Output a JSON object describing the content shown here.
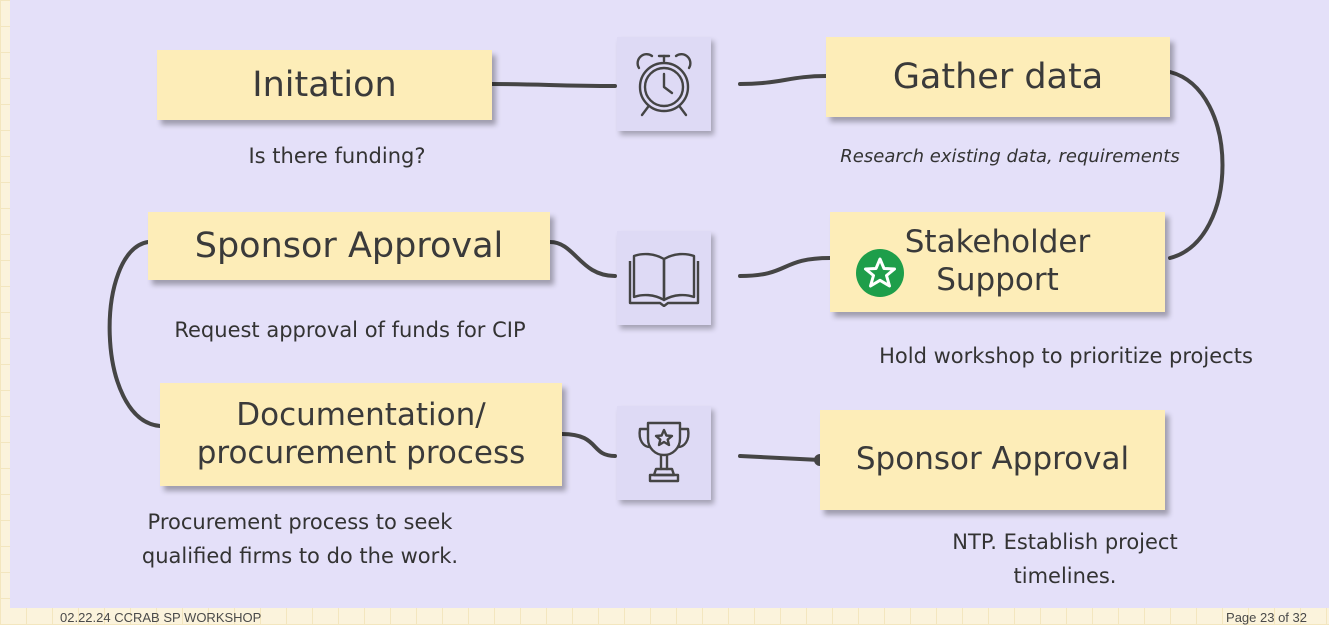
{
  "stages": {
    "initiation": {
      "title": "Initation",
      "caption": "Is there funding?"
    },
    "gather": {
      "title": "Gather data",
      "caption": "Research existing data, requirements"
    },
    "stakeholder": {
      "title_line1": "Stakeholder",
      "title_line2": "Support",
      "caption": "Hold workshop to prioritize projects",
      "badge_icon": "star-icon"
    },
    "sponsor1": {
      "title": "Sponsor Approval",
      "caption": "Request approval of funds for CIP"
    },
    "documentation": {
      "title_line1": "Documentation/",
      "title_line2": "procurement process",
      "caption_line1": "Procurement process to seek",
      "caption_line2": "qualified firms to do the work."
    },
    "sponsor2": {
      "title": "Sponsor Approval",
      "caption_line1": "NTP. Establish project",
      "caption_line2": "timelines."
    }
  },
  "icons": [
    "alarm-clock-icon",
    "open-book-icon",
    "trophy-icon"
  ],
  "footer": {
    "left": "02.22.24 CCRAB SP WORKSHOP",
    "right": "Page 23 of 32"
  },
  "colors": {
    "panel": "#e4e0f9",
    "box": "#fdedb8",
    "connector": "#454545",
    "badge": "#1e9e4a"
  }
}
